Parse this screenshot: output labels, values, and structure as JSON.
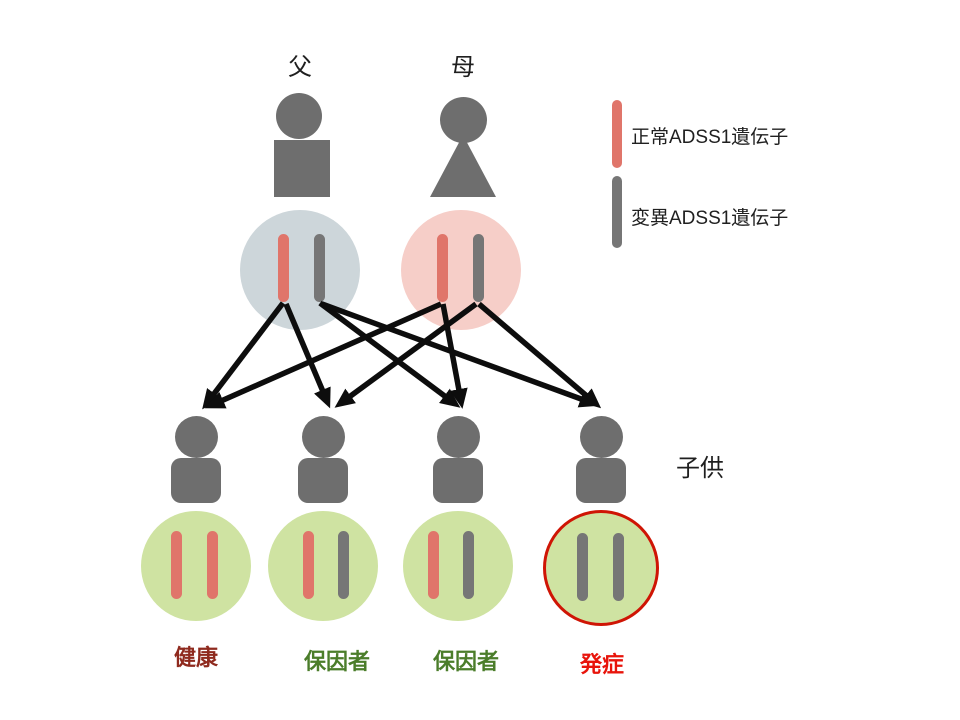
{
  "parents": {
    "father": {
      "label": "父",
      "genes": [
        "normal",
        "mutant"
      ]
    },
    "mother": {
      "label": "母",
      "genes": [
        "normal",
        "mutant"
      ]
    }
  },
  "legend": {
    "items": [
      {
        "label": "正常ADSS1遺伝子",
        "gene": "normal"
      },
      {
        "label": "変異ADSS1遺伝子",
        "gene": "mutant"
      }
    ]
  },
  "children_section": {
    "label": "子供"
  },
  "children": [
    {
      "status": "健康",
      "status_color": "#8f2a1e",
      "genes": [
        "normal",
        "normal"
      ],
      "highlighted": false
    },
    {
      "status": "保因者",
      "status_color": "#4b7d2a",
      "genes": [
        "normal",
        "mutant"
      ],
      "highlighted": false
    },
    {
      "status": "保因者",
      "status_color": "#4b7d2a",
      "genes": [
        "normal",
        "mutant"
      ],
      "highlighted": false
    },
    {
      "status": "発症",
      "status_color": "#e8140b",
      "genes": [
        "mutant",
        "mutant"
      ],
      "highlighted": true
    }
  ],
  "inheritance_arrows": [
    {
      "from": "father-normal-gene",
      "to": "child-1"
    },
    {
      "from": "father-normal-gene",
      "to": "child-2"
    },
    {
      "from": "father-mutant-gene",
      "to": "child-3"
    },
    {
      "from": "father-mutant-gene",
      "to": "child-4"
    },
    {
      "from": "mother-normal-gene",
      "to": "child-1"
    },
    {
      "from": "mother-normal-gene",
      "to": "child-3"
    },
    {
      "from": "mother-mutant-gene",
      "to": "child-2"
    },
    {
      "from": "mother-mutant-gene",
      "to": "child-4"
    }
  ],
  "colors": {
    "normal_gene": "#e0756a",
    "mutant_gene": "#767676",
    "figure_gray": "#6e6e6e",
    "father_circle": "#cdd6da",
    "mother_circle": "#f6cec8",
    "child_circle": "#cfe3a2",
    "affected_ring": "#cf1505",
    "arrow": "#0d0d0d"
  }
}
